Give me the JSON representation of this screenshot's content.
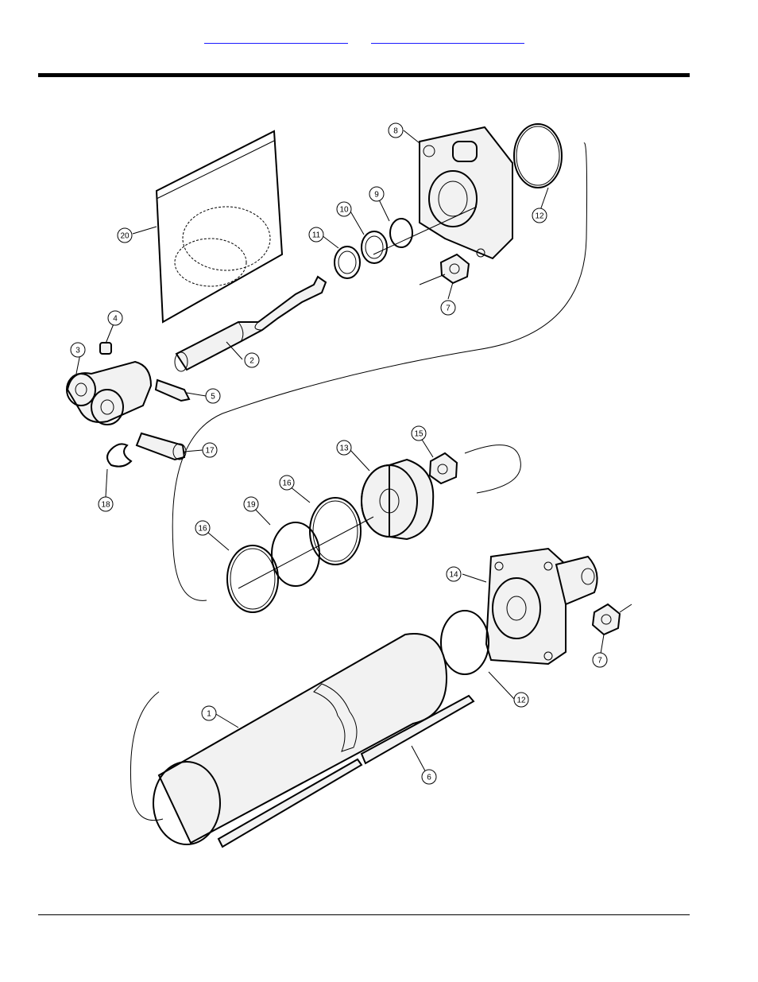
{
  "header": {
    "link_left": "",
    "link_right": ""
  },
  "diagram": {
    "callouts": [
      {
        "id": "c20",
        "label": "20"
      },
      {
        "id": "c8",
        "label": "8"
      },
      {
        "id": "c12a",
        "label": "12"
      },
      {
        "id": "c9",
        "label": "9"
      },
      {
        "id": "c10",
        "label": "10"
      },
      {
        "id": "c11",
        "label": "11"
      },
      {
        "id": "c7a",
        "label": "7"
      },
      {
        "id": "c4",
        "label": "4"
      },
      {
        "id": "c3",
        "label": "3"
      },
      {
        "id": "c2",
        "label": "2"
      },
      {
        "id": "c5",
        "label": "5"
      },
      {
        "id": "c17",
        "label": "17"
      },
      {
        "id": "c18",
        "label": "18"
      },
      {
        "id": "c13",
        "label": "13"
      },
      {
        "id": "c15",
        "label": "15"
      },
      {
        "id": "c16a",
        "label": "16"
      },
      {
        "id": "c19",
        "label": "19"
      },
      {
        "id": "c16b",
        "label": "16"
      },
      {
        "id": "c14",
        "label": "14"
      },
      {
        "id": "c7b",
        "label": "7"
      },
      {
        "id": "c12b",
        "label": "12"
      },
      {
        "id": "c1",
        "label": "1"
      },
      {
        "id": "c6",
        "label": "6"
      }
    ]
  }
}
